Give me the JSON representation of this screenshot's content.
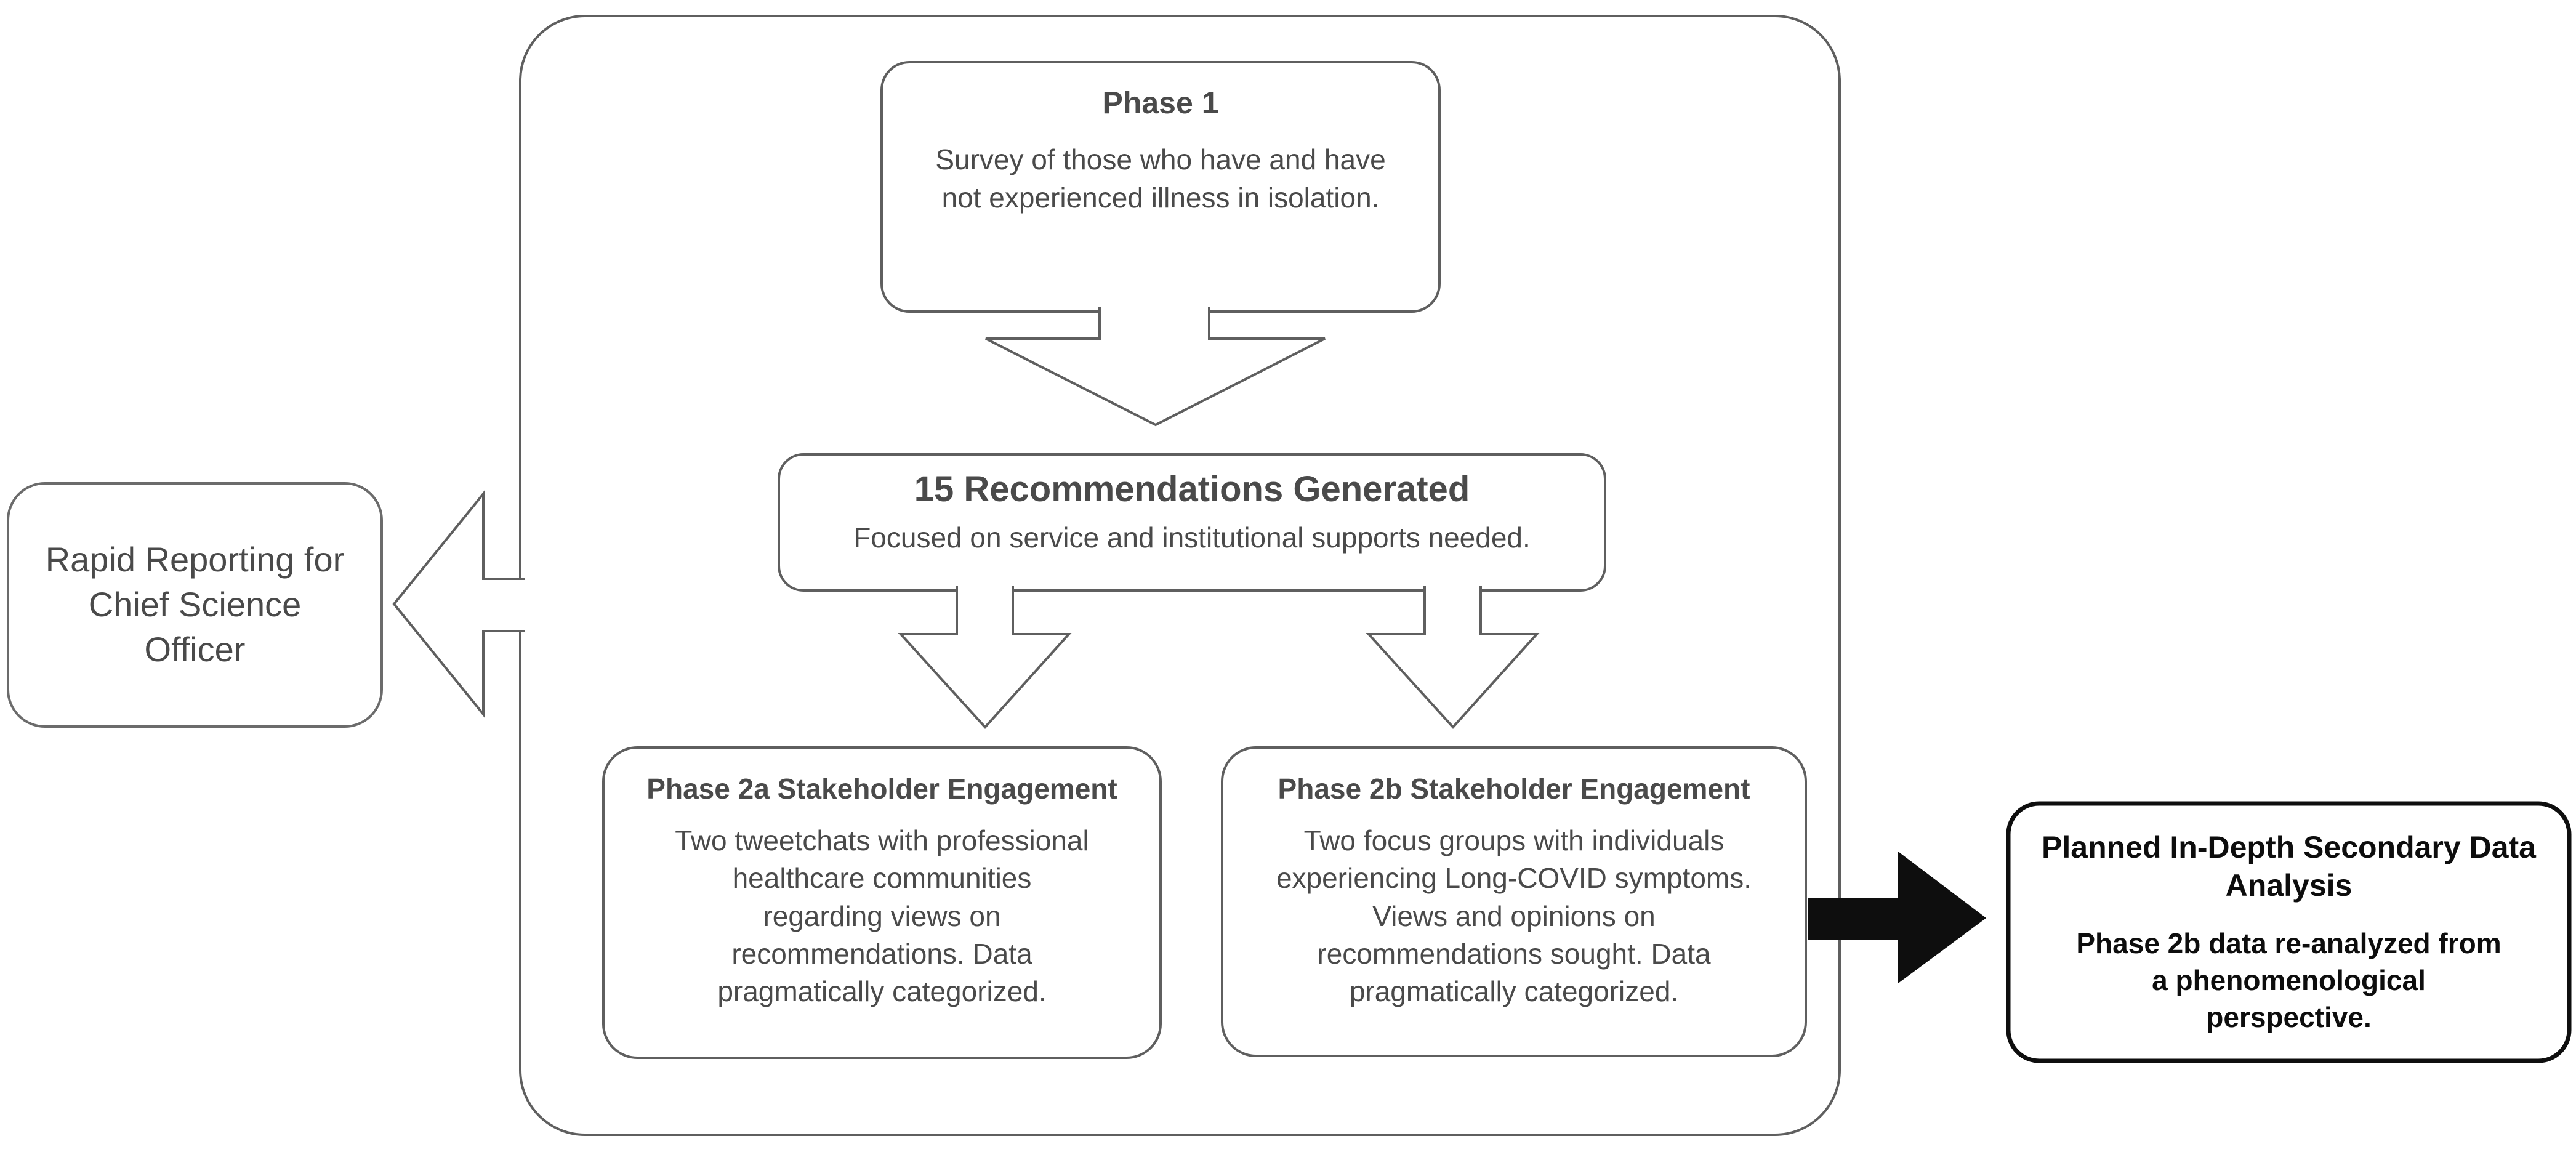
{
  "colors": {
    "line_gray": "#5f5f5f",
    "text_gray": "#4a4a4a",
    "black": "#0e0e0e",
    "background": "#ffffff"
  },
  "boxes": {
    "phase1": {
      "title": "Phase 1",
      "body": "Survey of those who have and have not experienced illness in isolation."
    },
    "recommendations": {
      "title": "15 Recommendations Generated",
      "body": "Focused on service and institutional supports needed."
    },
    "phase2a": {
      "title": "Phase 2a Stakeholder Engagement",
      "body": "Two tweetchats with professional healthcare communities regarding views on recommendations. Data pragmatically categorized."
    },
    "phase2b": {
      "title": "Phase 2b Stakeholder Engagement",
      "body": "Two focus groups with individuals experiencing Long-COVID symptoms. Views and opinions on recommendations sought. Data pragmatically categorized."
    },
    "rapid_reporting": {
      "body": "Rapid Reporting for Chief Science Officer"
    },
    "planned_analysis": {
      "title": "Planned In-Depth Secondary Data Analysis",
      "body": "Phase 2b data re-analyzed from a phenomenological perspective."
    }
  }
}
